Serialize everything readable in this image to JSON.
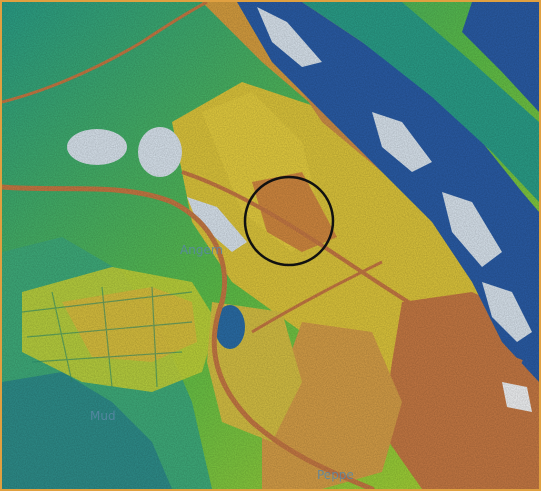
{
  "map": {
    "labels": {
      "town_1": "Angern",
      "town_2": "Mud",
      "town_3": "Peppe"
    },
    "colors": {
      "frame": "#e0a040",
      "low_blue": "#2a5da8",
      "teal": "#2aa08a",
      "green": "#5ec24a",
      "yellow_green": "#b8d830",
      "yellow": "#e8cc3a",
      "orange": "#d89040",
      "brown": "#c87840",
      "water_white": "#dde8f2",
      "marker_circle": "#111111"
    },
    "marker": {
      "shape": "circle"
    }
  }
}
